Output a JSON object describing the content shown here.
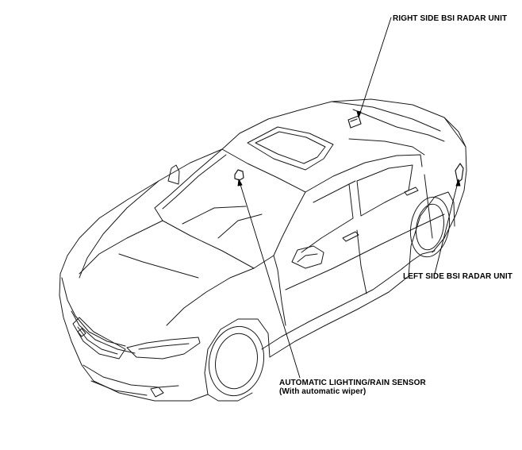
{
  "callouts": {
    "right_radar": "RIGHT SIDE BSI RADAR UNIT",
    "left_radar": "LEFT SIDE BSI RADAR UNIT",
    "sensor_line1": "AUTOMATIC LIGHTING/RAIN SENSOR",
    "sensor_line2": "(With automatic wiper)"
  },
  "colors": {
    "line": "#1a1a1a",
    "background": "#ffffff"
  }
}
